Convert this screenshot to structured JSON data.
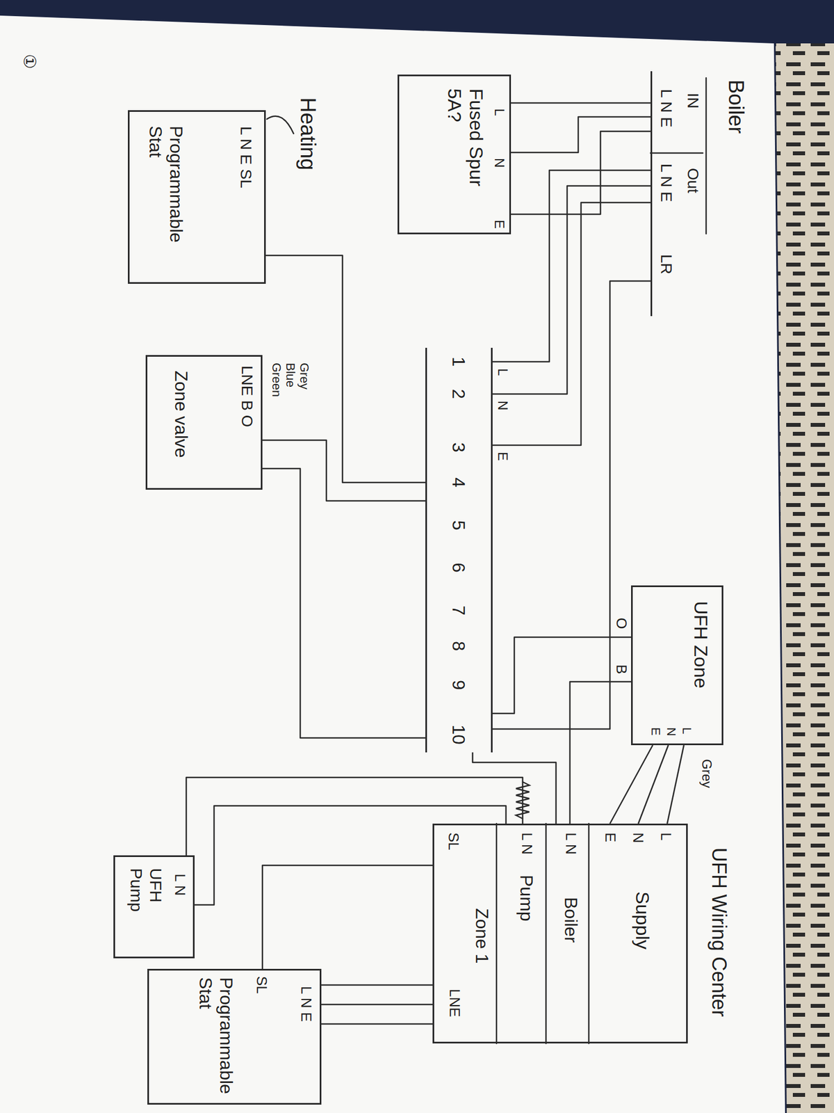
{
  "diagram": {
    "nodes": [
      {
        "text": [
          "Boiler"
        ]
      },
      {
        "text": [
          "UFH Zone"
        ]
      },
      {
        "text": [
          "UFH Wiring Center"
        ]
      },
      {
        "text": [
          "Fused Spur 5A?"
        ]
      },
      {
        "text": [
          "1",
          "2",
          "3",
          "4",
          "5",
          "6",
          "7",
          "8",
          "9",
          "10"
        ]
      },
      {
        "text": [
          "Heating",
          "Programmable Stat"
        ]
      },
      {
        "text": [
          "Zone valve"
        ]
      },
      {
        "text": [
          "Programmable Stat"
        ]
      },
      {
        "text": [
          "UFH Pump"
        ]
      }
    ],
    "edges": [
      {
        "from": 0,
        "to": 3,
        "arrow": "none"
      },
      {
        "from": 0,
        "to": 3,
        "arrow": "none"
      },
      {
        "from": 0,
        "to": 3,
        "arrow": "none"
      },
      {
        "from": 0,
        "to": 4,
        "arrow": "none"
      },
      {
        "from": 0,
        "to": 4,
        "arrow": "none"
      },
      {
        "from": 0,
        "to": 4,
        "arrow": "none"
      },
      {
        "from": 0,
        "to": 4,
        "arrow": "none"
      },
      {
        "from": 1,
        "to": 4,
        "arrow": "none"
      },
      {
        "from": 1,
        "to": 2,
        "arrow": "none"
      },
      {
        "from": 1,
        "to": 2,
        "arrow": "none"
      },
      {
        "from": 1,
        "to": 2,
        "arrow": "none"
      },
      {
        "from": 1,
        "to": 2,
        "arrow": "none"
      },
      {
        "from": 2,
        "to": 4,
        "arrow": "none"
      },
      {
        "from": 2,
        "to": 8,
        "arrow": "none"
      },
      {
        "from": 2,
        "to": 8,
        "arrow": "none"
      },
      {
        "from": 5,
        "to": 4,
        "arrow": "none"
      },
      {
        "from": 6,
        "to": 4,
        "arrow": "none"
      },
      {
        "from": 6,
        "to": 4,
        "arrow": "none"
      },
      {
        "from": 7,
        "to": 2,
        "arrow": "none"
      },
      {
        "from": 7,
        "to": 2,
        "arrow": "none"
      },
      {
        "from": 7,
        "to": 2,
        "arrow": "none"
      },
      {
        "from": 7,
        "to": 2,
        "arrow": "none"
      }
    ],
    "labels": [
      "IN",
      "Out",
      "L N E",
      "L N E",
      "LR",
      "O",
      "B",
      "L",
      "N",
      "E",
      "Grey",
      "L",
      "N",
      "E",
      "Supply",
      "L N",
      "Boiler",
      "L N",
      "Pump",
      "Zone 1",
      "SL",
      "LNE",
      "L",
      "N",
      "E",
      "L",
      "N",
      "E",
      "L N E SL",
      "Grey",
      "Blue",
      "Green",
      "LNE B O",
      "L N E",
      "SL",
      "L N",
      "①"
    ]
  }
}
